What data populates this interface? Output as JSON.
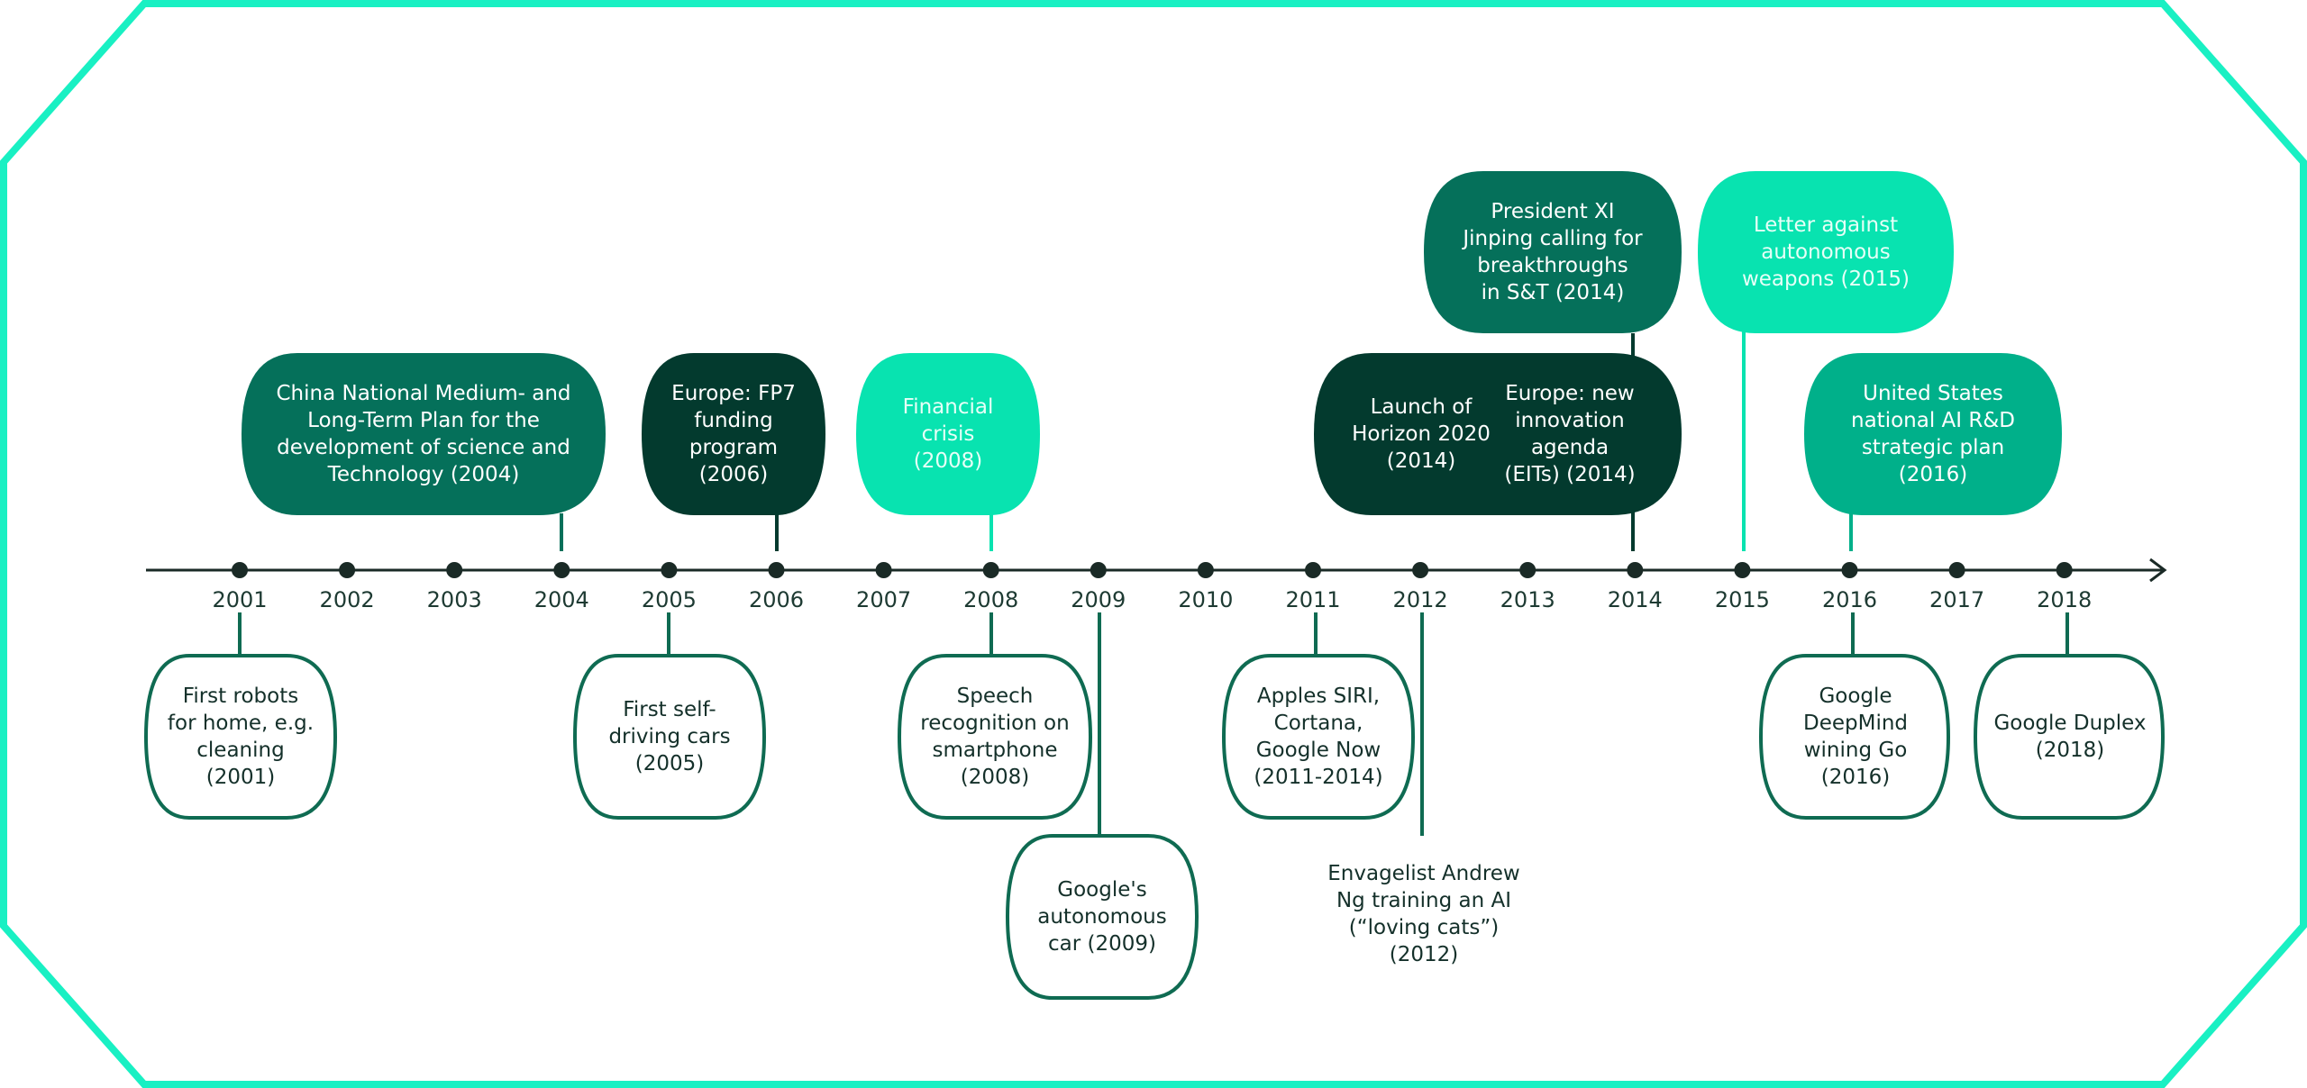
{
  "colors": {
    "frame": "#19f0c3",
    "axis": "#1a2a26",
    "outline": "#0f6b52",
    "green_mid": "#05705a",
    "green_dark": "#033a2e",
    "green_bright": "#08e3b0",
    "green_teal": "#00b08a"
  },
  "years": [
    "2001",
    "2002",
    "2003",
    "2004",
    "2005",
    "2006",
    "2007",
    "2008",
    "2009",
    "2010",
    "2011",
    "2012",
    "2013",
    "2014",
    "2015",
    "2016",
    "2017",
    "2018"
  ],
  "events_above": {
    "china_plan": "China National Medium- and\nLong-Term Plan for the\ndevelopment of science and\nTechnology (2004)",
    "fp7": "Europe: FP7\nfunding\nprogram\n(2006)",
    "financial_crisis": "Financial\ncrisis\n(2008)",
    "horizon": "Launch of\nHorizon 2020\n(2014)",
    "innovation_agenda": "Europe: new\ninnovation\nagenda\n(EITs) (2014)",
    "xi_jinping": "President XI\nJinping calling for\nbreakthroughs\nin S&T (2014)",
    "autonomous_weapons": "Letter against\nautonomous\nweapons (2015)",
    "us_plan": "United States\nnational AI R&D\nstrategic plan\n(2016)"
  },
  "events_below": {
    "robots": "First robots\nfor home, e.g.\ncleaning\n(2001)",
    "self_driving": "First self-\ndriving cars\n(2005)",
    "speech": "Speech\nrecognition on\nsmartphone\n(2008)",
    "google_car": "Google's\nautonomous\ncar (2009)",
    "siri": "Apples SIRI,\nCortana,\nGoogle Now\n(2011-2014)",
    "andrew_ng": "Envagelist Andrew\nNg training an AI\n(“loving cats”)\n(2012)",
    "deepmind": "Google\nDeepMind\nwining Go\n(2016)",
    "duplex": "Google Duplex\n(2018)"
  }
}
